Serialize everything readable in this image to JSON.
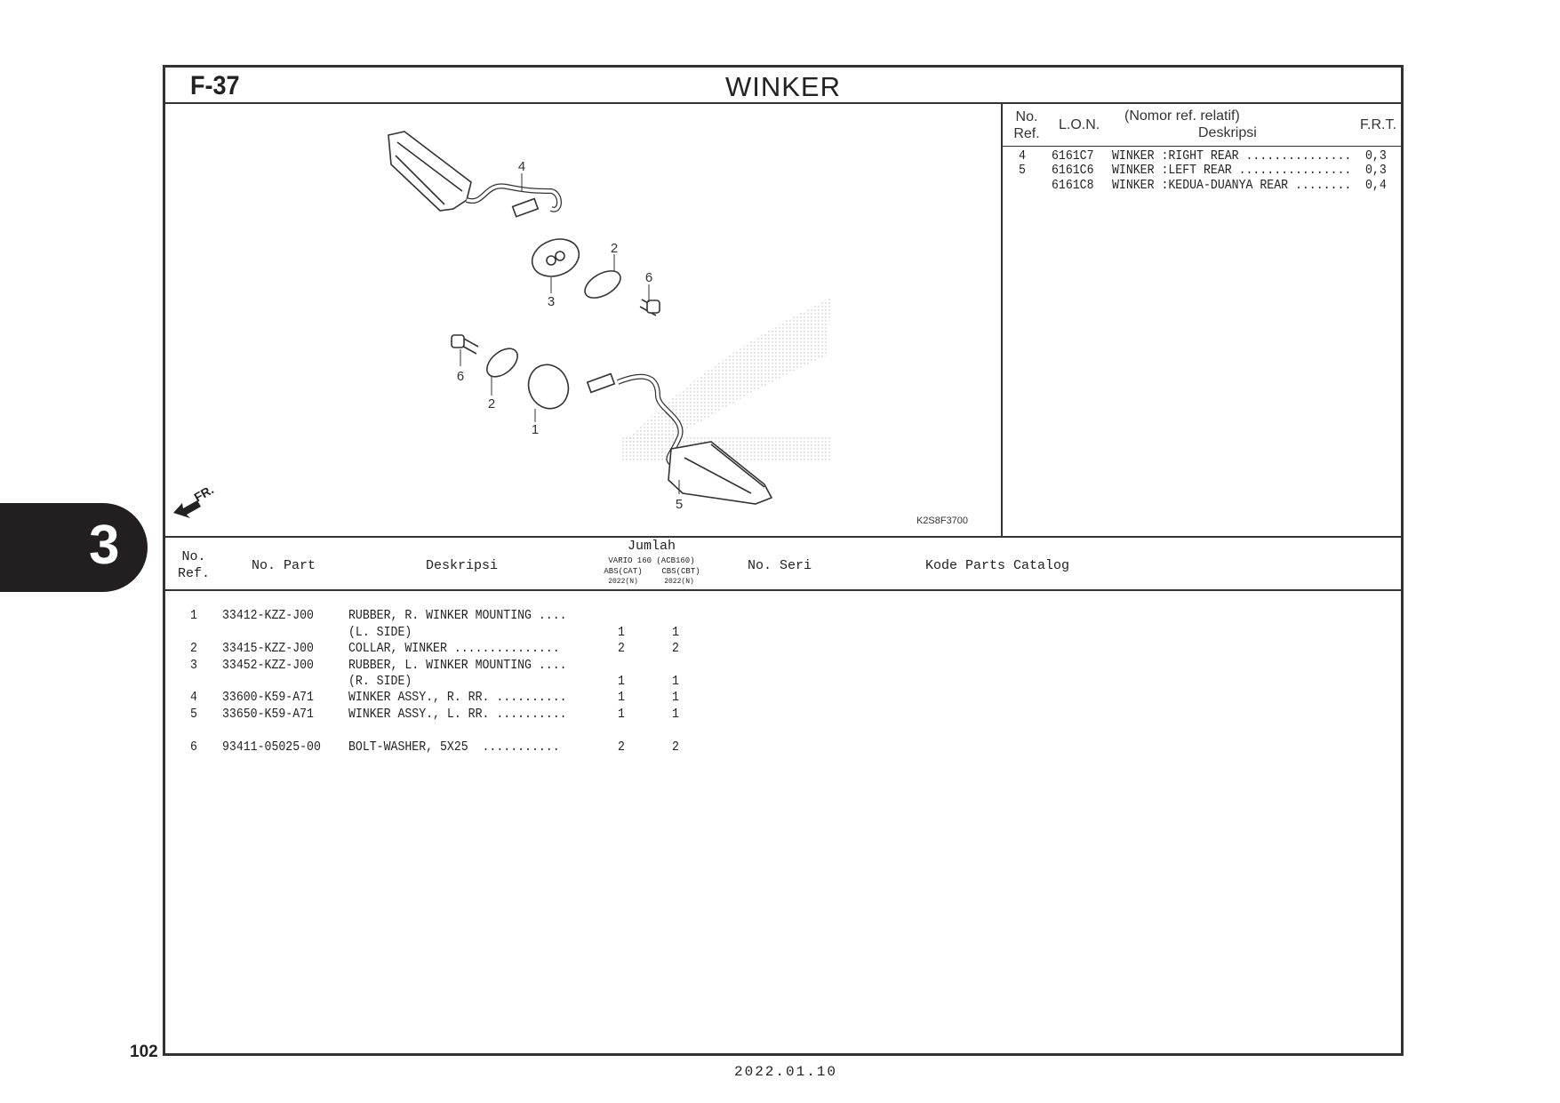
{
  "header": {
    "section_code": "F-37",
    "title": "WINKER"
  },
  "side_tab": {
    "chapter": "3"
  },
  "page_number": "102",
  "date": "2022.01.10",
  "diagram": {
    "code": "K2S8F3700",
    "direction_label": "FR.",
    "callouts": [
      "4",
      "2",
      "6",
      "3",
      "6",
      "2",
      "1",
      "5"
    ]
  },
  "labor_table": {
    "headers": {
      "ref": "No.\nRef.",
      "lon": "L.O.N.",
      "desc_top": "(Nomor ref. relatif)",
      "desc": "Deskripsi",
      "frt": "F.R.T."
    },
    "rows": [
      {
        "ref": "4",
        "lon": "6161C7",
        "desc": "WINKER :RIGHT REAR ...............",
        "frt": "0,3"
      },
      {
        "ref": "5",
        "lon": "6161C6",
        "desc": "WINKER :LEFT REAR ................",
        "frt": "0,3"
      },
      {
        "ref": "",
        "lon": "6161C8",
        "desc": "WINKER :KEDUA-DUANYA REAR ........",
        "frt": "0,4"
      }
    ]
  },
  "parts_table": {
    "headers": {
      "ref": "No.\nRef.",
      "part": "No. Part",
      "desc": "Deskripsi",
      "qty": "Jumlah",
      "model": "VARIO 160 (ACB160)",
      "col1": "ABS(CAT)",
      "col2": "CBS(CBT)",
      "year1": "2022(N)",
      "year2": "2022(N)",
      "serial": "No. Seri",
      "catalog": "Kode Parts Catalog"
    },
    "rows": [
      {
        "ref": "1",
        "part": "33412-KZZ-J00",
        "desc": "RUBBER, R. WINKER MOUNTING ....",
        "q1": "",
        "q2": ""
      },
      {
        "ref": "",
        "part": "",
        "desc": "(L. SIDE)",
        "q1": "1",
        "q2": "1"
      },
      {
        "ref": "2",
        "part": "33415-KZZ-J00",
        "desc": "COLLAR, WINKER ...............",
        "q1": "2",
        "q2": "2"
      },
      {
        "ref": "3",
        "part": "33452-KZZ-J00",
        "desc": "RUBBER, L. WINKER MOUNTING ....",
        "q1": "",
        "q2": ""
      },
      {
        "ref": "",
        "part": "",
        "desc": "(R. SIDE)",
        "q1": "1",
        "q2": "1"
      },
      {
        "ref": "4",
        "part": "33600-K59-A71",
        "desc": "WINKER ASSY., R. RR. ..........",
        "q1": "1",
        "q2": "1"
      },
      {
        "ref": "5",
        "part": "33650-K59-A71",
        "desc": "WINKER ASSY., L. RR. ..........",
        "q1": "1",
        "q2": "1"
      },
      {
        "ref": "6",
        "part": "93411-05025-00",
        "desc": "BOLT-WASHER, 5X25  ...........",
        "q1": "2",
        "q2": "2"
      }
    ]
  }
}
